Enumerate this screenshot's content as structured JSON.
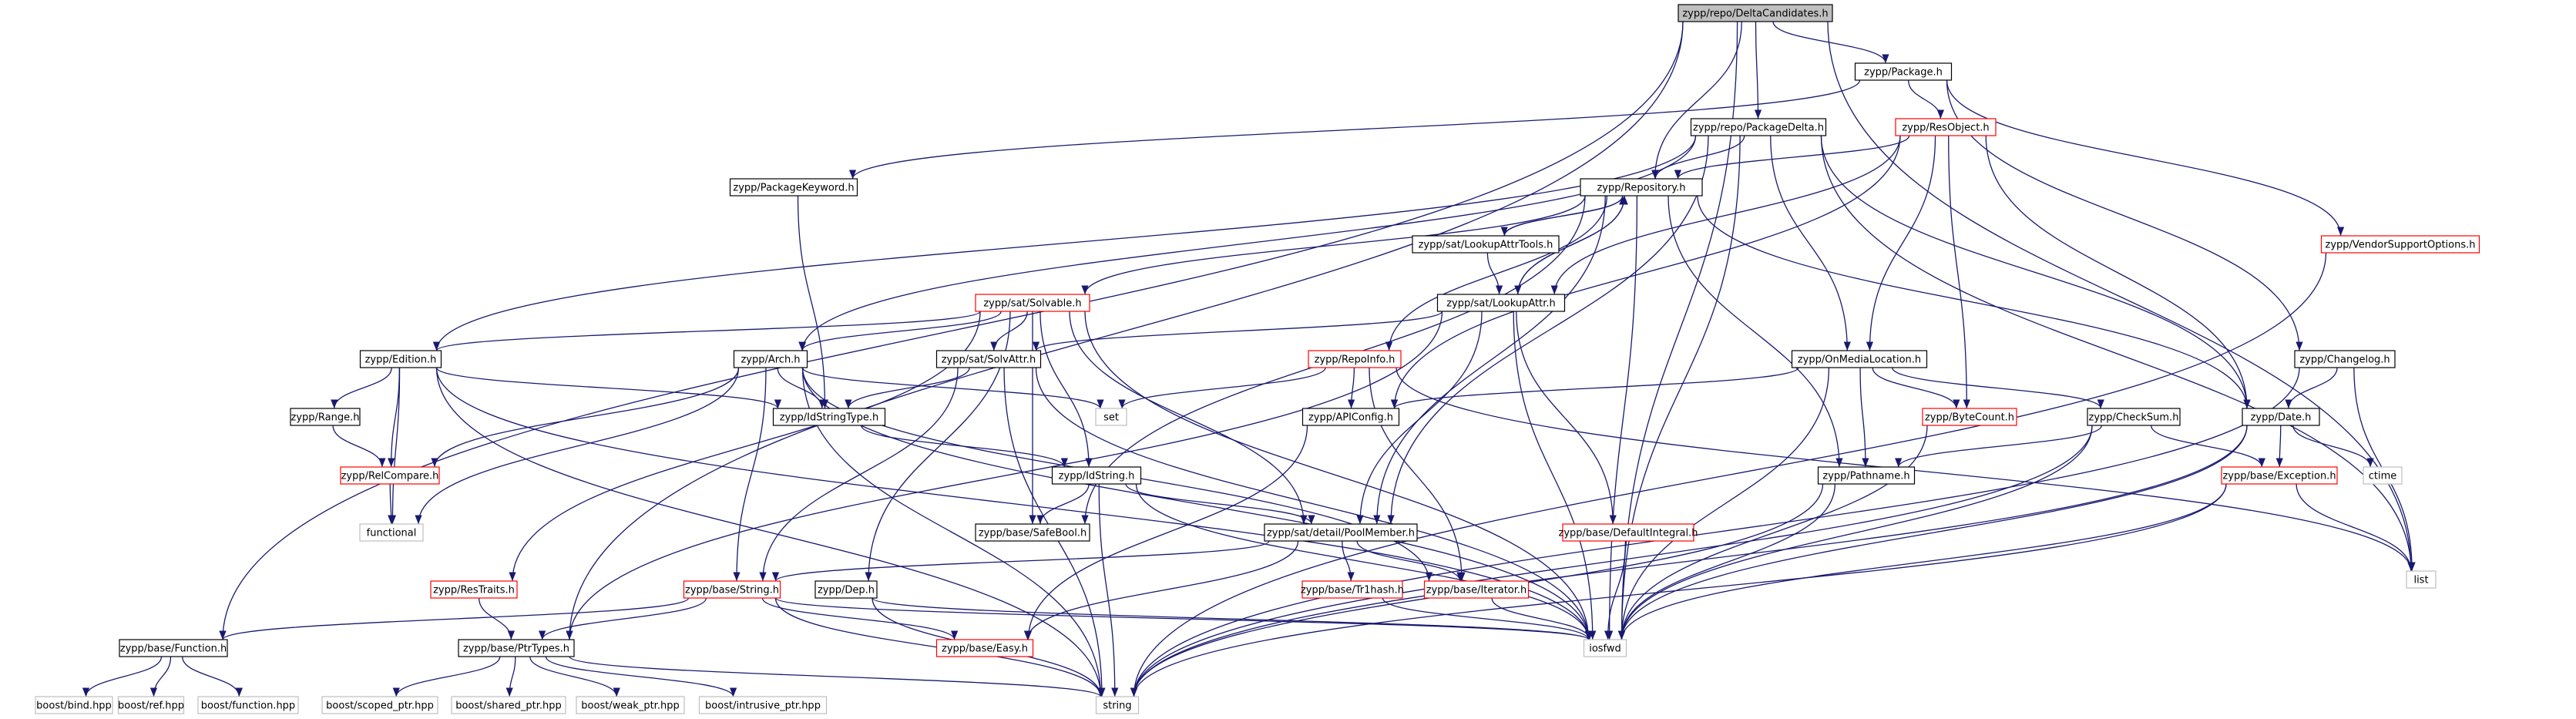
{
  "colors": {
    "edge": "#191970",
    "box_root_fill": "#bfbfbf",
    "box_black": "#000000",
    "box_red": "#ff0000",
    "box_gray": "#bfbfbf",
    "text": "#000000",
    "gray_text": "#000000"
  },
  "nodes": [
    {
      "id": "root",
      "label": "zypp/repo/DeltaCandidates.h",
      "style": "root"
    },
    {
      "id": "package",
      "label": "zypp/Package.h",
      "style": "black"
    },
    {
      "id": "packagedelta",
      "label": "zypp/repo/PackageDelta.h",
      "style": "black"
    },
    {
      "id": "resobject",
      "label": "zypp/ResObject.h",
      "style": "red"
    },
    {
      "id": "packagekeyword",
      "label": "zypp/PackageKeyword.h",
      "style": "black"
    },
    {
      "id": "repository",
      "label": "zypp/Repository.h",
      "style": "black"
    },
    {
      "id": "vendorsupport",
      "label": "zypp/VendorSupportOptions.h",
      "style": "red"
    },
    {
      "id": "lookupattrtools",
      "label": "zypp/sat/LookupAttrTools.h",
      "style": "black"
    },
    {
      "id": "solvable",
      "label": "zypp/sat/Solvable.h",
      "style": "red"
    },
    {
      "id": "lookupattr",
      "label": "zypp/sat/LookupAttr.h",
      "style": "black"
    },
    {
      "id": "changelog",
      "label": "zypp/Changelog.h",
      "style": "black"
    },
    {
      "id": "edition",
      "label": "zypp/Edition.h",
      "style": "black"
    },
    {
      "id": "arch",
      "label": "zypp/Arch.h",
      "style": "black"
    },
    {
      "id": "solvattr",
      "label": "zypp/sat/SolvAttr.h",
      "style": "black"
    },
    {
      "id": "repoinfo",
      "label": "zypp/RepoInfo.h",
      "style": "red"
    },
    {
      "id": "onmedialocation",
      "label": "zypp/OnMediaLocation.h",
      "style": "black"
    },
    {
      "id": "range",
      "label": "zypp/Range.h",
      "style": "black"
    },
    {
      "id": "idstringtype",
      "label": "zypp/IdStringType.h",
      "style": "black"
    },
    {
      "id": "set",
      "label": "set",
      "style": "gray"
    },
    {
      "id": "apiconfig",
      "label": "zypp/APIConfig.h",
      "style": "black"
    },
    {
      "id": "bytecount",
      "label": "zypp/ByteCount.h",
      "style": "red"
    },
    {
      "id": "checksum",
      "label": "zypp/CheckSum.h",
      "style": "black"
    },
    {
      "id": "date",
      "label": "zypp/Date.h",
      "style": "black"
    },
    {
      "id": "relcompare",
      "label": "zypp/RelCompare.h",
      "style": "red"
    },
    {
      "id": "idstring",
      "label": "zypp/IdString.h",
      "style": "black"
    },
    {
      "id": "pathname",
      "label": "zypp/Pathname.h",
      "style": "black"
    },
    {
      "id": "exception",
      "label": "zypp/base/Exception.h",
      "style": "red"
    },
    {
      "id": "ctime",
      "label": "ctime",
      "style": "gray"
    },
    {
      "id": "functional",
      "label": "functional",
      "style": "gray"
    },
    {
      "id": "safebool",
      "label": "zypp/base/SafeBool.h",
      "style": "black"
    },
    {
      "id": "poolmember",
      "label": "zypp/sat/detail/PoolMember.h",
      "style": "black"
    },
    {
      "id": "defaultintegral",
      "label": "zypp/base/DefaultIntegral.h",
      "style": "red"
    },
    {
      "id": "list",
      "label": "list",
      "style": "gray"
    },
    {
      "id": "restraits",
      "label": "zypp/ResTraits.h",
      "style": "red"
    },
    {
      "id": "string_h",
      "label": "zypp/base/String.h",
      "style": "red"
    },
    {
      "id": "dep",
      "label": "zypp/Dep.h",
      "style": "black"
    },
    {
      "id": "tr1hash",
      "label": "zypp/base/Tr1hash.h",
      "style": "red"
    },
    {
      "id": "iterator",
      "label": "zypp/base/Iterator.h",
      "style": "red"
    },
    {
      "id": "function",
      "label": "zypp/base/Function.h",
      "style": "black"
    },
    {
      "id": "ptrtypes",
      "label": "zypp/base/PtrTypes.h",
      "style": "black"
    },
    {
      "id": "easy",
      "label": "zypp/base/Easy.h",
      "style": "red"
    },
    {
      "id": "iosfwd",
      "label": "iosfwd",
      "style": "gray"
    },
    {
      "id": "bind",
      "label": "boost/bind.hpp",
      "style": "gray"
    },
    {
      "id": "ref",
      "label": "boost/ref.hpp",
      "style": "gray"
    },
    {
      "id": "functionhpp",
      "label": "boost/function.hpp",
      "style": "gray"
    },
    {
      "id": "scopedptr",
      "label": "boost/scoped_ptr.hpp",
      "style": "gray"
    },
    {
      "id": "sharedptr",
      "label": "boost/shared_ptr.hpp",
      "style": "gray"
    },
    {
      "id": "weakptr",
      "label": "boost/weak_ptr.hpp",
      "style": "gray"
    },
    {
      "id": "intrusiveptr",
      "label": "boost/intrusive_ptr.hpp",
      "style": "gray"
    },
    {
      "id": "string",
      "label": "string",
      "style": "gray"
    }
  ],
  "edges": [
    [
      "root",
      "package"
    ],
    [
      "root",
      "packagedelta"
    ],
    [
      "root",
      "repository"
    ],
    [
      "root",
      "function"
    ],
    [
      "root",
      "ptrtypes"
    ],
    [
      "root",
      "iosfwd"
    ],
    [
      "root",
      "list"
    ],
    [
      "package",
      "resobject"
    ],
    [
      "package",
      "packagekeyword"
    ],
    [
      "package",
      "changelog"
    ],
    [
      "package",
      "vendorsupport"
    ],
    [
      "packagedelta",
      "repository"
    ],
    [
      "packagedelta",
      "edition"
    ],
    [
      "packagedelta",
      "arch"
    ],
    [
      "packagedelta",
      "onmedialocation"
    ],
    [
      "packagedelta",
      "date"
    ],
    [
      "packagedelta",
      "poolmember"
    ],
    [
      "packagedelta",
      "iosfwd"
    ],
    [
      "packagedelta",
      "list"
    ],
    [
      "resobject",
      "repository"
    ],
    [
      "resobject",
      "lookupattr"
    ],
    [
      "resobject",
      "onmedialocation"
    ],
    [
      "resobject",
      "bytecount"
    ],
    [
      "resobject",
      "date"
    ],
    [
      "resobject",
      "apiconfig"
    ],
    [
      "packagekeyword",
      "idstringtype"
    ],
    [
      "repository",
      "lookupattrtools"
    ],
    [
      "repository",
      "lookupattr"
    ],
    [
      "repository",
      "solvable"
    ],
    [
      "repository",
      "repoinfo"
    ],
    [
      "repository",
      "pathname"
    ],
    [
      "repository",
      "poolmember"
    ],
    [
      "repository",
      "date"
    ],
    [
      "repository",
      "safebool"
    ],
    [
      "repository",
      "iosfwd"
    ],
    [
      "lookupattrtools",
      "repository"
    ],
    [
      "lookupattrtools",
      "lookupattr"
    ],
    [
      "lookupattr",
      "repository"
    ],
    [
      "lookupattr",
      "solvattr"
    ],
    [
      "lookupattr",
      "poolmember"
    ],
    [
      "lookupattr",
      "defaultintegral"
    ],
    [
      "lookupattr",
      "iosfwd"
    ],
    [
      "lookupattr",
      "ptrtypes"
    ],
    [
      "solvable",
      "edition"
    ],
    [
      "solvable",
      "arch"
    ],
    [
      "solvable",
      "solvattr"
    ],
    [
      "solvable",
      "poolmember"
    ],
    [
      "solvable",
      "idstring"
    ],
    [
      "solvable",
      "safebool"
    ],
    [
      "solvable",
      "restraits"
    ],
    [
      "solvable",
      "dep"
    ],
    [
      "solvable",
      "iosfwd"
    ],
    [
      "edition",
      "range"
    ],
    [
      "edition",
      "relcompare"
    ],
    [
      "edition",
      "idstringtype"
    ],
    [
      "edition",
      "functional"
    ],
    [
      "edition",
      "iosfwd"
    ],
    [
      "edition",
      "string"
    ],
    [
      "arch",
      "set"
    ],
    [
      "arch",
      "idstringtype"
    ],
    [
      "arch",
      "relcompare"
    ],
    [
      "arch",
      "functional"
    ],
    [
      "arch",
      "string_h"
    ],
    [
      "arch",
      "iosfwd"
    ],
    [
      "arch",
      "string"
    ],
    [
      "arch",
      "iterator"
    ],
    [
      "solvattr",
      "idstringtype"
    ],
    [
      "solvattr",
      "string_h"
    ],
    [
      "solvattr",
      "iosfwd"
    ],
    [
      "solvattr",
      "string"
    ],
    [
      "repoinfo",
      "set"
    ],
    [
      "repoinfo",
      "apiconfig"
    ],
    [
      "repoinfo",
      "list"
    ],
    [
      "repoinfo",
      "iterator"
    ],
    [
      "onmedialocation",
      "apiconfig"
    ],
    [
      "onmedialocation",
      "bytecount"
    ],
    [
      "onmedialocation",
      "checksum"
    ],
    [
      "onmedialocation",
      "pathname"
    ],
    [
      "onmedialocation",
      "iosfwd"
    ],
    [
      "range",
      "relcompare"
    ],
    [
      "idstringtype",
      "idstring"
    ],
    [
      "apiconfig",
      "easy"
    ],
    [
      "bytecount",
      "iosfwd"
    ],
    [
      "checksum",
      "pathname"
    ],
    [
      "checksum",
      "exception"
    ],
    [
      "checksum",
      "iosfwd"
    ],
    [
      "checksum",
      "string"
    ],
    [
      "changelog",
      "date"
    ],
    [
      "changelog",
      "list"
    ],
    [
      "changelog",
      "string"
    ],
    [
      "date",
      "exception"
    ],
    [
      "date",
      "ctime"
    ],
    [
      "date",
      "iosfwd"
    ],
    [
      "date",
      "string"
    ],
    [
      "exception",
      "list"
    ],
    [
      "exception",
      "iosfwd"
    ],
    [
      "exception",
      "string"
    ],
    [
      "relcompare",
      "functional"
    ],
    [
      "idstring",
      "poolmember"
    ],
    [
      "idstring",
      "safebool"
    ],
    [
      "idstring",
      "iosfwd"
    ],
    [
      "idstring",
      "string"
    ],
    [
      "pathname",
      "iosfwd"
    ],
    [
      "pathname",
      "string"
    ],
    [
      "poolmember",
      "string_h"
    ],
    [
      "poolmember",
      "iterator"
    ],
    [
      "poolmember",
      "tr1hash"
    ],
    [
      "poolmember",
      "easy"
    ],
    [
      "defaultintegral",
      "iosfwd"
    ],
    [
      "vendorsupport",
      "string"
    ],
    [
      "restraits",
      "ptrtypes"
    ],
    [
      "string_h",
      "function"
    ],
    [
      "string_h",
      "ptrtypes"
    ],
    [
      "string_h",
      "easy"
    ],
    [
      "string_h",
      "iosfwd"
    ],
    [
      "string_h",
      "string"
    ],
    [
      "dep",
      "iosfwd"
    ],
    [
      "dep",
      "string"
    ],
    [
      "tr1hash",
      "iosfwd"
    ],
    [
      "iterator",
      "iosfwd"
    ],
    [
      "function",
      "bind"
    ],
    [
      "function",
      "ref"
    ],
    [
      "function",
      "functionhpp"
    ],
    [
      "ptrtypes",
      "scopedptr"
    ],
    [
      "ptrtypes",
      "sharedptr"
    ],
    [
      "ptrtypes",
      "weakptr"
    ],
    [
      "ptrtypes",
      "intrusiveptr"
    ],
    [
      "ptrtypes",
      "string"
    ]
  ]
}
